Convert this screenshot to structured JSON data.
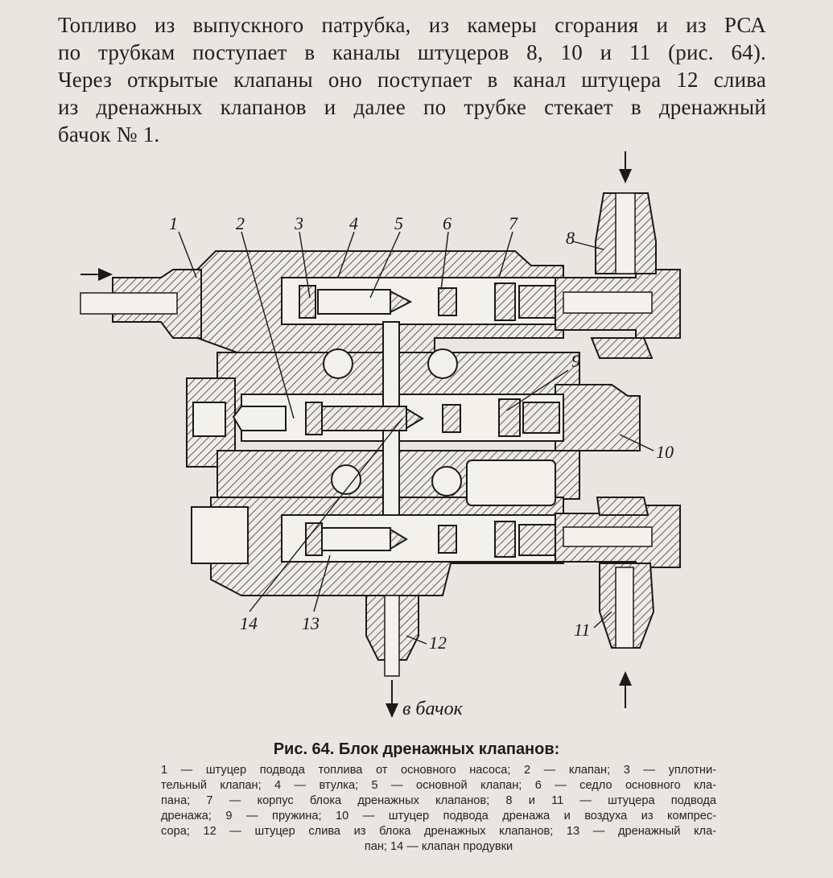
{
  "paragraph": {
    "lines": [
      "Топливо из выпускного патрубка, из камеры сгорания и из РСА",
      "по трубкам поступает в каналы штуцеров 8, 10 и 11 (рис. 64).",
      "Через открытые клапаны оно поступает в канал штуцера 12 слива",
      "из дренажных клапанов и далее по трубке стекает в дренажный",
      "бачок № 1."
    ]
  },
  "figure": {
    "callouts": [
      "1",
      "2",
      "3",
      "4",
      "5",
      "6",
      "7",
      "8",
      "9",
      "10",
      "11",
      "12",
      "13",
      "14"
    ],
    "outlet_label": "в бачок",
    "caption_title": "Рис. 64. Блок дренажных клапанов:",
    "legend_lines": [
      "1 — штуцер подвода топлива от основного насоса; 2 — клапан; 3 — уплотни-",
      "тельный клапан; 4 — втулка; 5 — основной клапан; 6 — седло основного кла-",
      "пана; 7 — корпус блока дренажных клапанов; 8 и 11 — штуцера подвода",
      "дренажа; 9 — пружина; 10 — штуцер подвода дренажа и воздуха из компрес-",
      "сора; 12 — штуцер слива из блока дренажных клапанов; 13 — дренажный кла-",
      "пан; 14 — клапан продувки"
    ]
  }
}
